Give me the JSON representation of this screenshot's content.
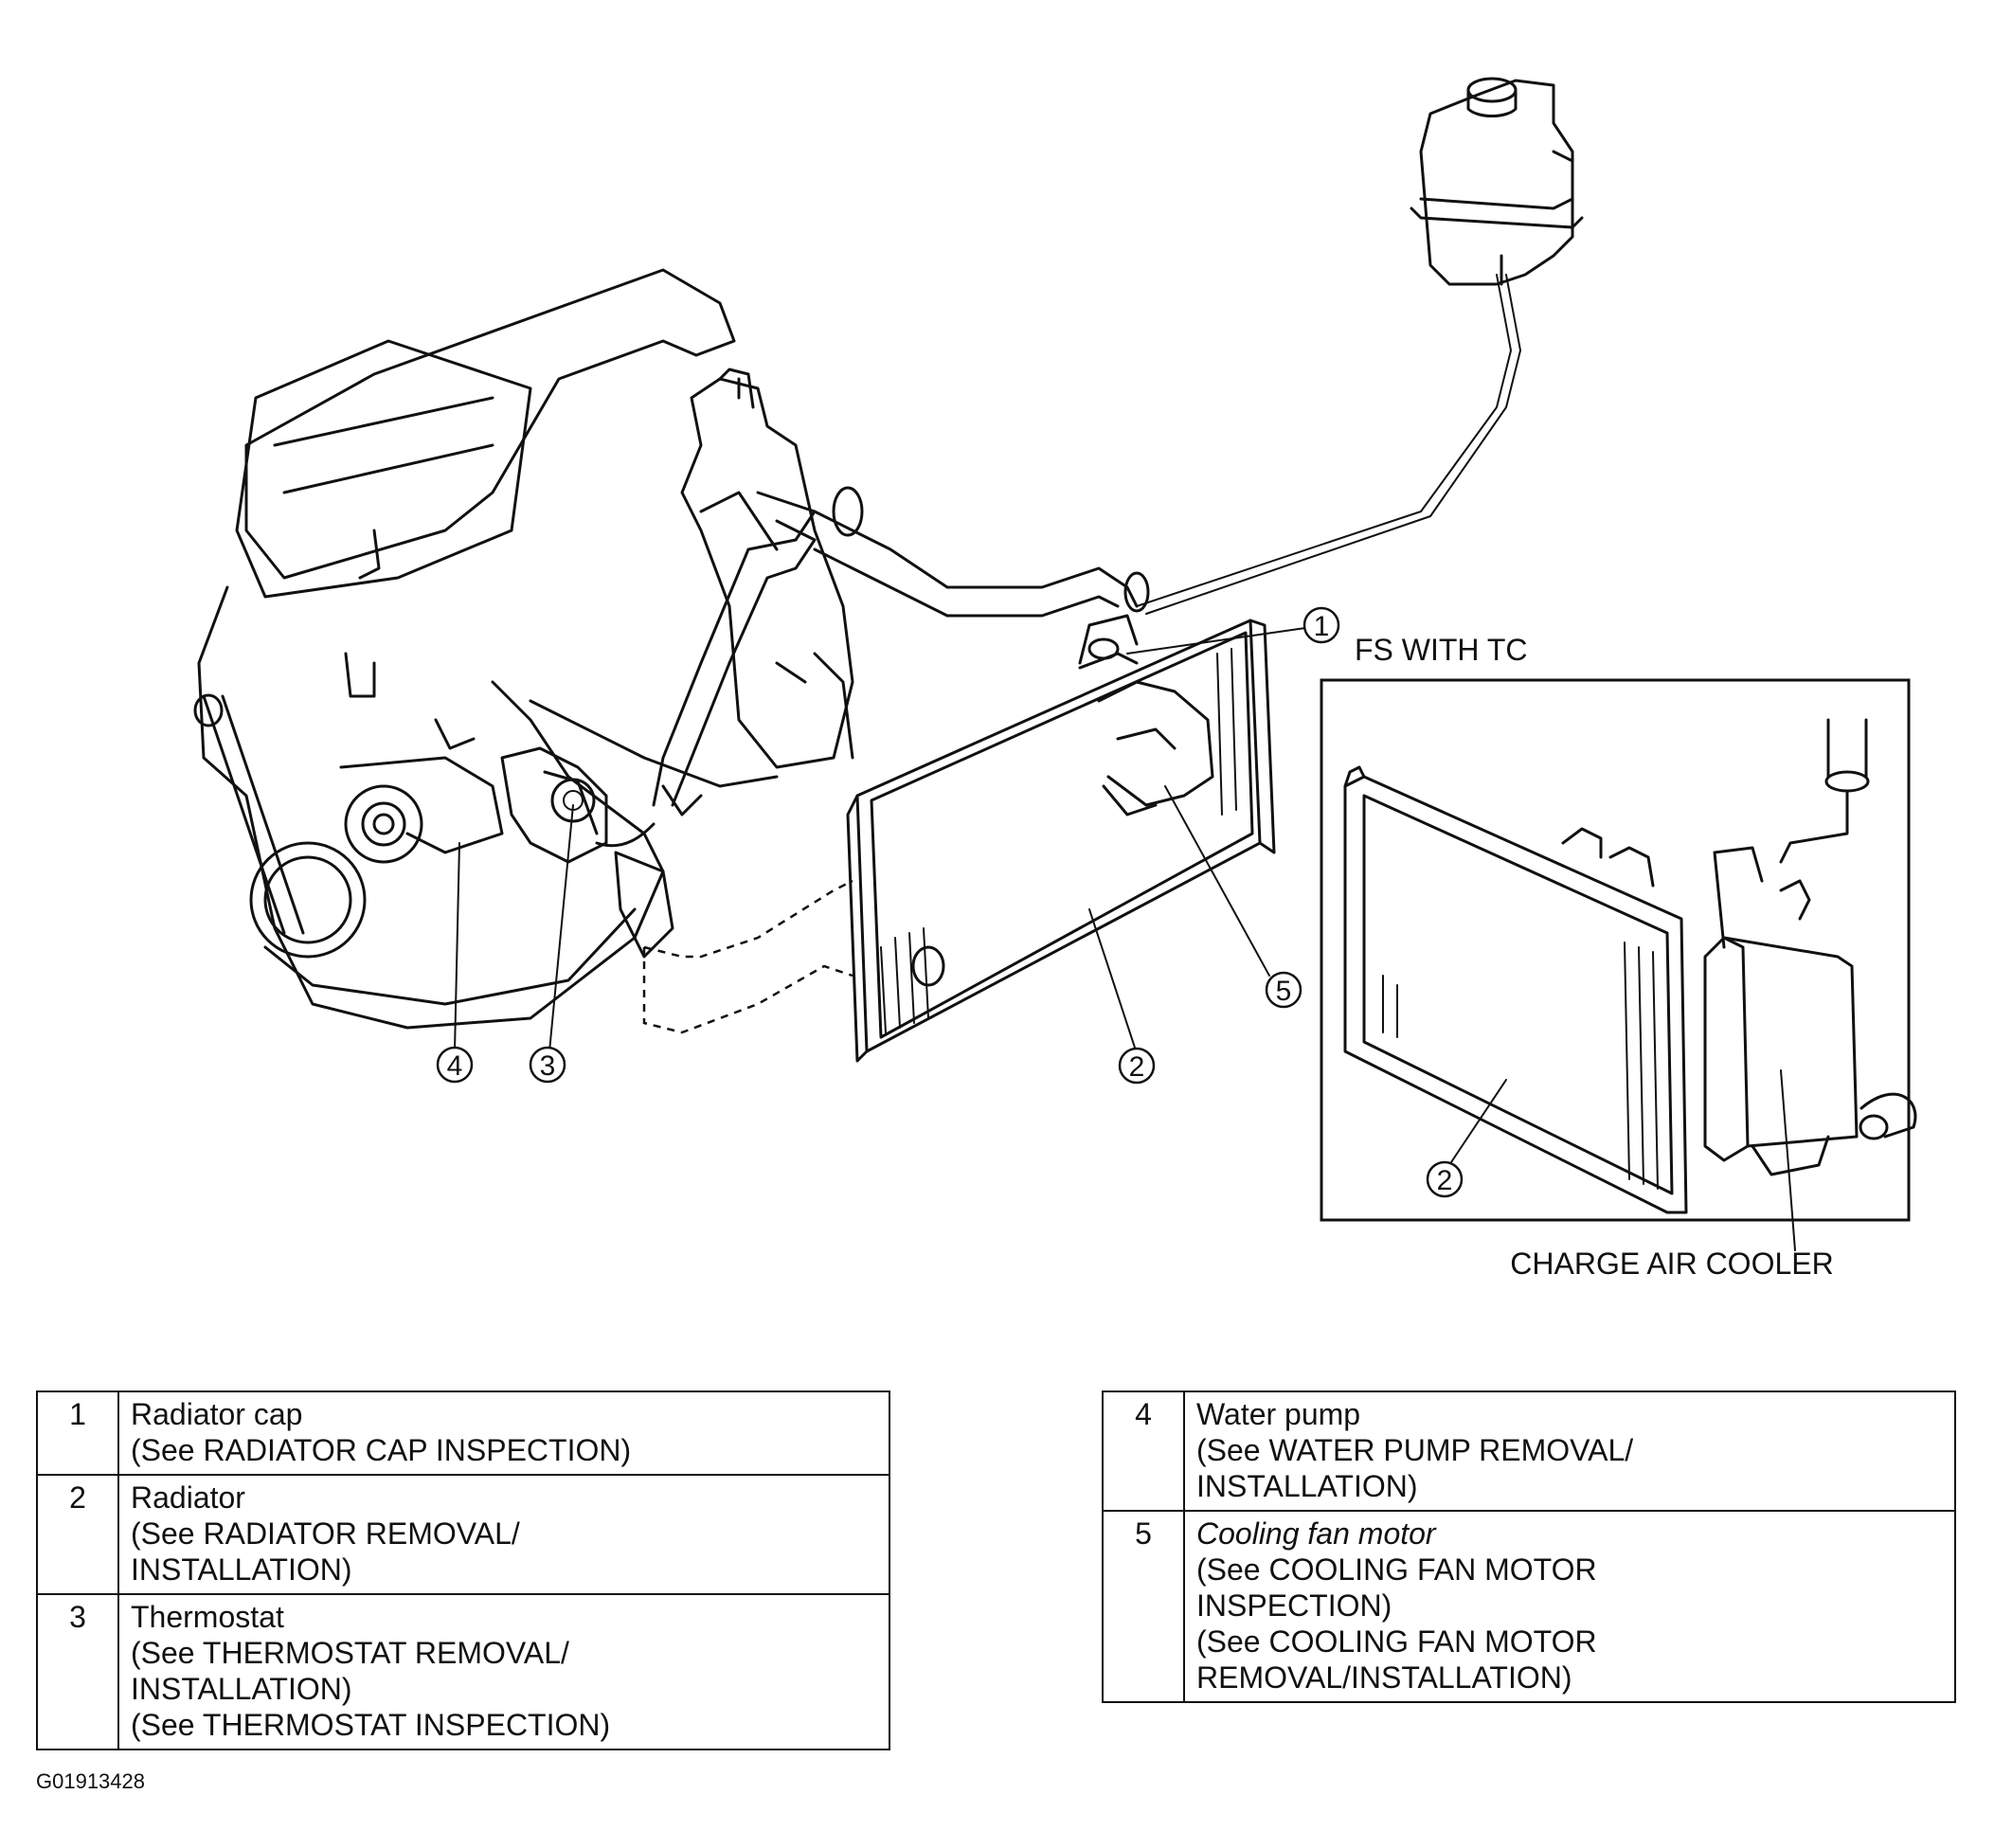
{
  "callouts": {
    "c1": "1",
    "c2": "2",
    "c3": "3",
    "c4": "4",
    "c5": "5",
    "c2_inset": "2"
  },
  "inset": {
    "title": "FS WITH TC",
    "charge_air_cooler_label": "CHARGE AIR COOLER"
  },
  "legend_left": [
    {
      "num": "1",
      "name": "Radiator cap",
      "refs": [
        "(See RADIATOR CAP INSPECTION)"
      ]
    },
    {
      "num": "2",
      "name": "Radiator",
      "refs": [
        "(See RADIATOR REMOVAL/",
        "INSTALLATION)"
      ]
    },
    {
      "num": "3",
      "name": "Thermostat",
      "refs": [
        "(See THERMOSTAT REMOVAL/",
        "INSTALLATION)",
        "(See THERMOSTAT INSPECTION)"
      ]
    }
  ],
  "legend_right": [
    {
      "num": "4",
      "name": "Water pump",
      "refs": [
        "(See WATER PUMP REMOVAL/",
        "INSTALLATION)"
      ]
    },
    {
      "num": "5",
      "name": "Cooling fan motor",
      "refs": [
        "(See COOLING FAN MOTOR",
        "INSPECTION)",
        "(See COOLING FAN MOTOR",
        "REMOVAL/INSTALLATION)"
      ]
    }
  ],
  "figure_id": "G01913428"
}
